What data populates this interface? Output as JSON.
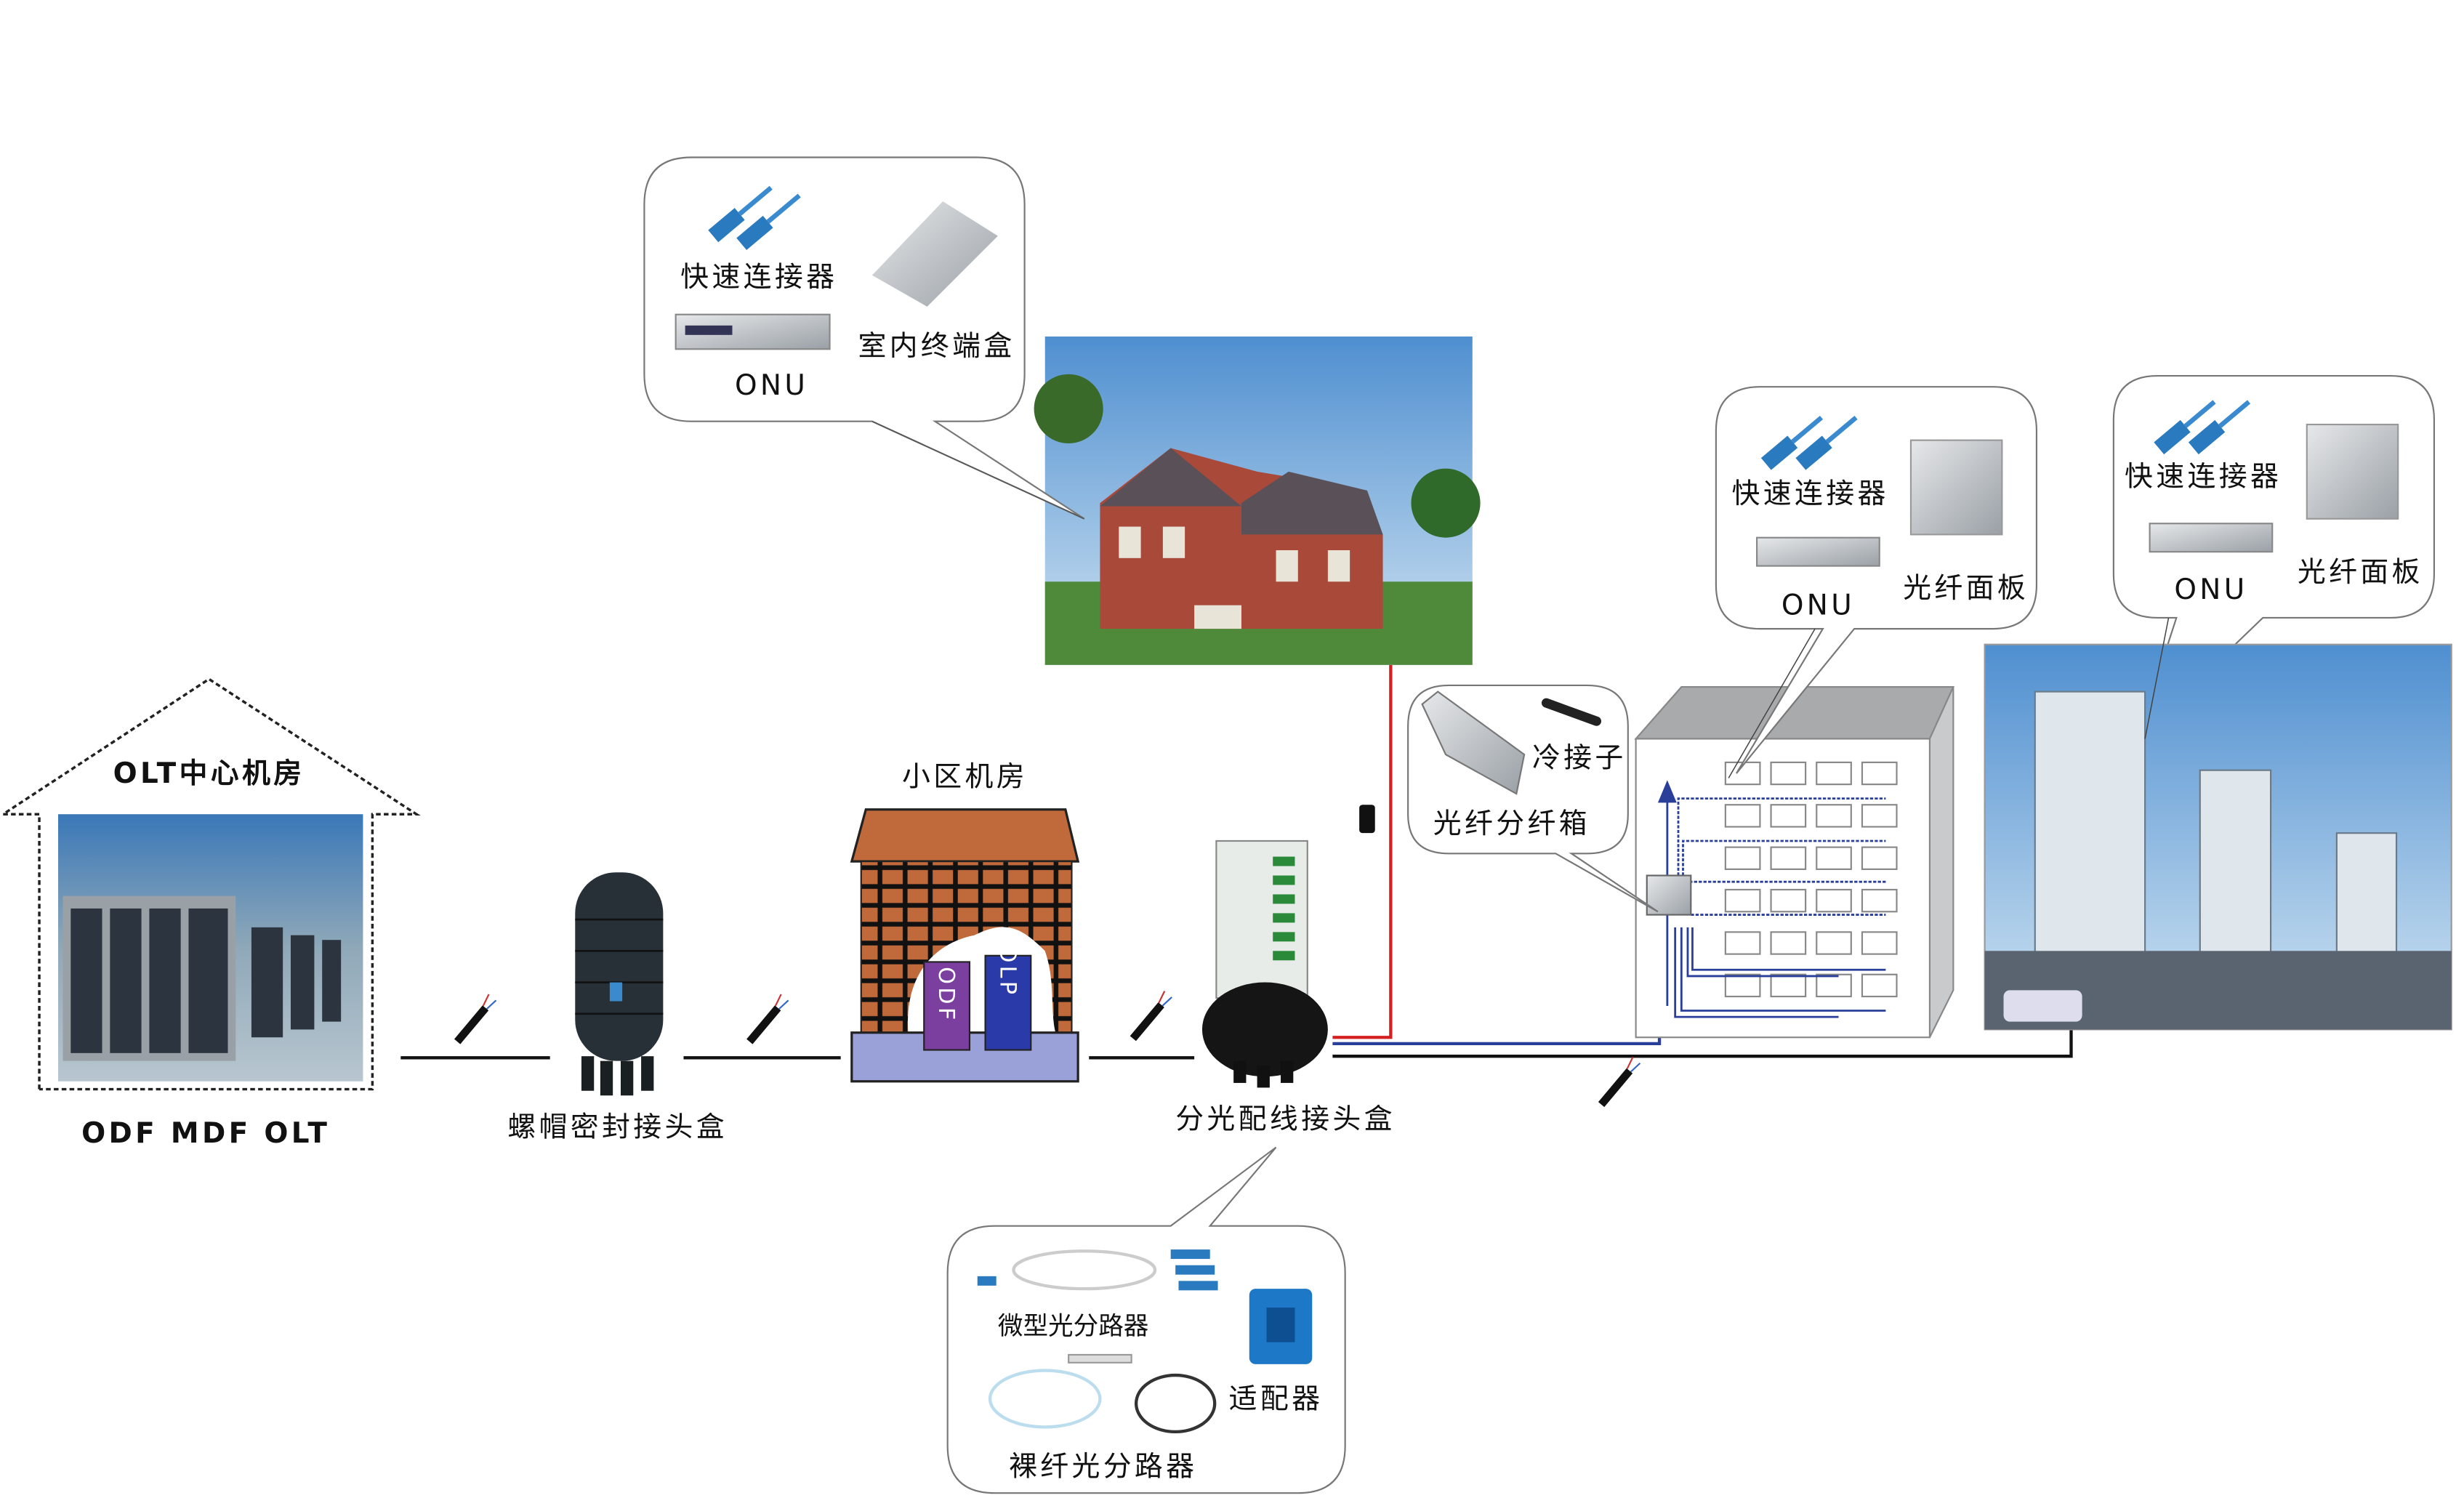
{
  "olt_center": {
    "title": "OLT中心机房",
    "caption": "ODF MDF OLT"
  },
  "closure": {
    "label": "螺帽密封接头盒"
  },
  "community_room": {
    "title": "小区机房",
    "odf": "ODF",
    "olp": "OLP"
  },
  "splitter_closure": {
    "label": "分光配线接头盒"
  },
  "villa_callout": {
    "connector": "快速连接器",
    "terminal_box": "室内终端盒",
    "onu": "ONU"
  },
  "distribution_callout": {
    "cold_splice": "冷接子",
    "fiber_box": "光纤分纤箱"
  },
  "building_callout_1": {
    "connector": "快速连接器",
    "panel": "光纤面板",
    "onu": "ONU"
  },
  "building_callout_2": {
    "connector": "快速连接器",
    "panel": "光纤面板",
    "onu": "ONU"
  },
  "splitter_callout": {
    "micro_splitter": "微型光分路器",
    "adapter": "适配器",
    "bare_splitter": "裸纤光分路器"
  },
  "colors": {
    "red_line": "#d42020",
    "blue_line": "#2a3f9a",
    "brick": "#c0693a",
    "odf": "#7b3fa0",
    "olp": "#2a3aa8"
  }
}
